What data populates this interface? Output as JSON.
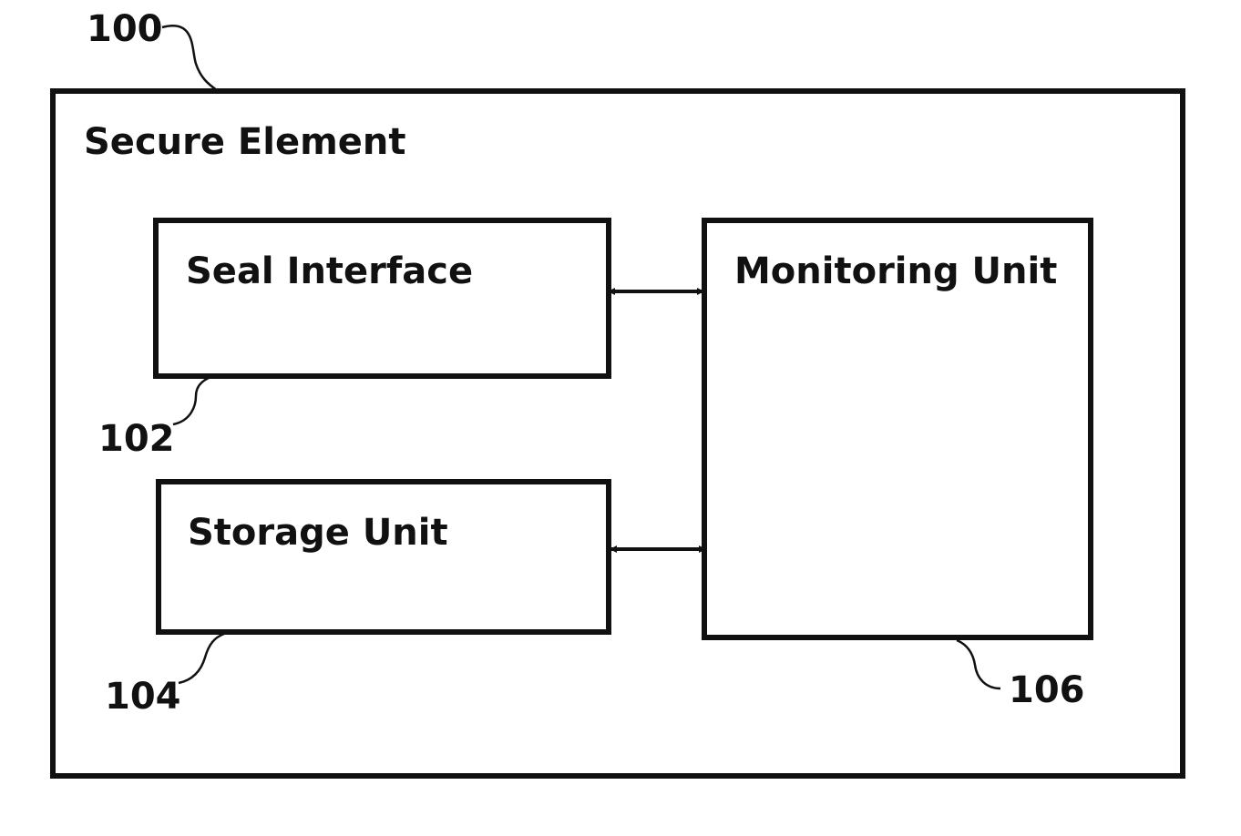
{
  "diagram": {
    "outer": {
      "ref": "100",
      "label": "Secure Element"
    },
    "blocks": {
      "seal_interface": {
        "ref": "102",
        "label": "Seal Interface"
      },
      "storage_unit": {
        "ref": "104",
        "label": "Storage Unit"
      },
      "monitoring_unit": {
        "ref": "106",
        "label": "Monitoring Unit"
      }
    },
    "connections": [
      {
        "from": "Seal Interface",
        "to": "Monitoring Unit",
        "type": "bidirectional"
      },
      {
        "from": "Storage Unit",
        "to": "Monitoring Unit",
        "type": "bidirectional"
      }
    ],
    "colors": {
      "line": "#111111",
      "background": "#ffffff"
    }
  }
}
